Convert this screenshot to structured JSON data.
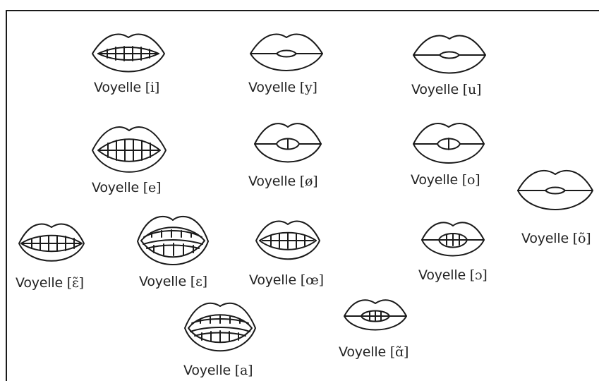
{
  "labels": [
    {
      "prefix": "Voyelle",
      "ipa": "[i]"
    },
    {
      "prefix": "Voyelle",
      "ipa": "[y]"
    },
    {
      "prefix": "Voyelle",
      "ipa": "[u]"
    },
    {
      "prefix": "Voyelle",
      "ipa": "[e]"
    },
    {
      "prefix": "Voyelle",
      "ipa": "[ø]"
    },
    {
      "prefix": "Voyelle",
      "ipa": "[o]"
    },
    {
      "prefix": "Voyelle",
      "ipa": "[õ]"
    },
    {
      "prefix": "Voyelle",
      "ipa": "[ɛ̃]"
    },
    {
      "prefix": "Voyelle",
      "ipa": "[ɛ]"
    },
    {
      "prefix": "Voyelle",
      "ipa": "[œ]"
    },
    {
      "prefix": "Voyelle",
      "ipa": "[ɔ]"
    },
    {
      "prefix": "Voyelle",
      "ipa": "[ɑ̃]"
    },
    {
      "prefix": "Voyelle",
      "ipa": "[a]"
    }
  ]
}
